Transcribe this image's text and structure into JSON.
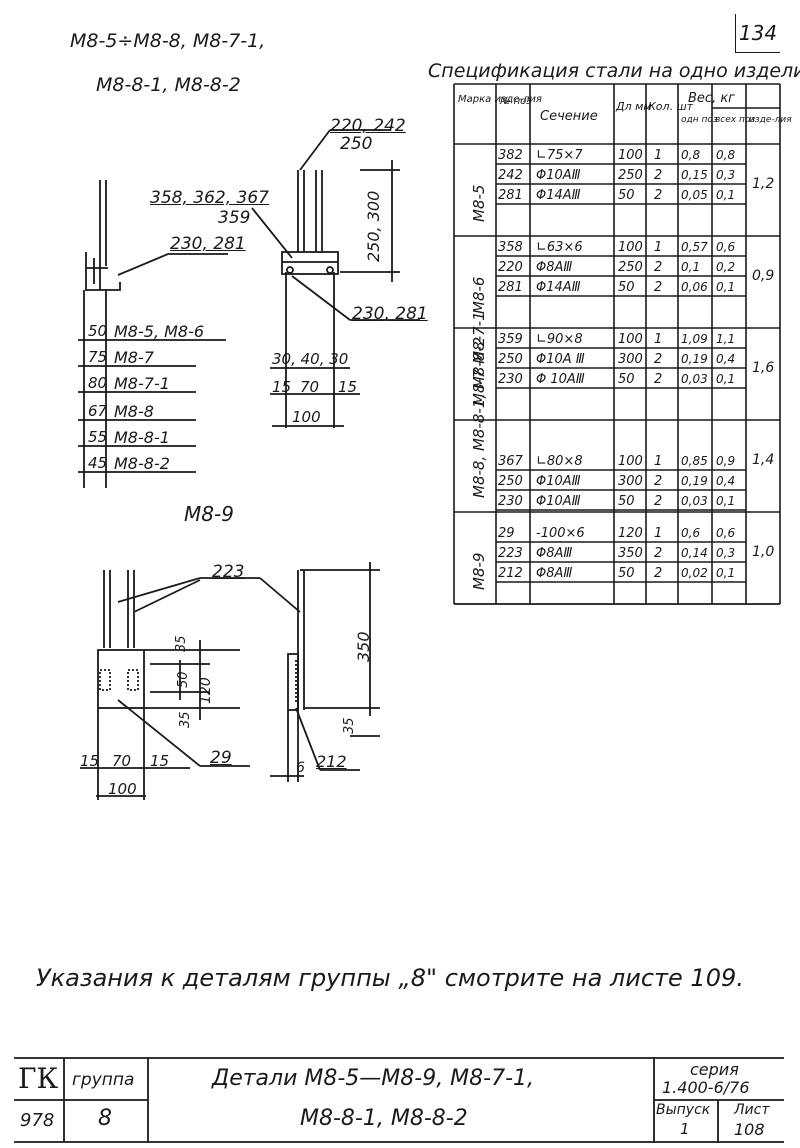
{
  "sheet_number": "134",
  "header": {
    "line1": "М8-5÷М8-8, М8-7-1,",
    "line2": "М8-8-1, М8-8-2"
  },
  "spec_title": "Спецификация стали на одно изделие",
  "spec_table": {
    "headers": {
      "mark": "Марка изде-лия",
      "pos": "№ поз",
      "section": "Сечение",
      "length": "Дл мм",
      "qty": "Кол. шт",
      "weight": "Вес, кг",
      "w_one": "одн поз",
      "w_all": "всех поз",
      "w_item": "изде-лия"
    },
    "groups": [
      {
        "mark": "М8-5",
        "item_weight": "1,2",
        "rows": [
          {
            "pos": "382",
            "section": "∟75×7",
            "len": "100",
            "qty": "1",
            "one": "0,8",
            "all": "0,8"
          },
          {
            "pos": "242",
            "section": "Φ10АⅢ",
            "len": "250",
            "qty": "2",
            "one": "0,15",
            "all": "0,3"
          },
          {
            "pos": "281",
            "section": "Φ14АⅢ",
            "len": "50",
            "qty": "2",
            "one": "0,05",
            "all": "0,1"
          }
        ]
      },
      {
        "mark": "М8-6",
        "item_weight": "0,9",
        "rows": [
          {
            "pos": "358",
            "section": "∟63×6",
            "len": "100",
            "qty": "1",
            "one": "0,57",
            "all": "0,6"
          },
          {
            "pos": "220",
            "section": "Φ8АⅢ",
            "len": "250",
            "qty": "2",
            "one": "0,1",
            "all": "0,2"
          },
          {
            "pos": "281",
            "section": "Φ14АⅢ",
            "len": "50",
            "qty": "2",
            "one": "0,06",
            "all": "0,1"
          }
        ]
      },
      {
        "mark": "М8-7 М8-7-1",
        "item_weight": "1,6",
        "rows": [
          {
            "pos": "359",
            "section": "∟90×8",
            "len": "100",
            "qty": "1",
            "one": "1,09",
            "all": "1,1"
          },
          {
            "pos": "250",
            "section": "Φ10А Ⅲ",
            "len": "300",
            "qty": "2",
            "one": "0,19",
            "all": "0,4"
          },
          {
            "pos": "230",
            "section": "Φ 10АⅢ",
            "len": "50",
            "qty": "2",
            "one": "0,03",
            "all": "0,1"
          }
        ]
      },
      {
        "mark": "М8-8, М8-8-1, М8-8-2",
        "item_weight": "1,4",
        "rows": [
          {
            "pos": "367",
            "section": "∟80×8",
            "len": "100",
            "qty": "1",
            "one": "0,85",
            "all": "0,9"
          },
          {
            "pos": "250",
            "section": "Φ10АⅢ",
            "len": "300",
            "qty": "2",
            "one": "0,19",
            "all": "0,4"
          },
          {
            "pos": "230",
            "section": "Φ10АⅢ",
            "len": "50",
            "qty": "2",
            "one": "0,03",
            "all": "0,1"
          }
        ]
      },
      {
        "mark": "М8-9",
        "item_weight": "1,0",
        "rows": [
          {
            "pos": "29",
            "section": "-100×6",
            "len": "120",
            "qty": "1",
            "one": "0,6",
            "all": "0,6"
          },
          {
            "pos": "223",
            "section": "Φ8АⅢ",
            "len": "350",
            "qty": "2",
            "one": "0,14",
            "all": "0,3"
          },
          {
            "pos": "212",
            "section": "Φ8АⅢ",
            "len": "50",
            "qty": "2",
            "one": "0,02",
            "all": "0,1"
          }
        ]
      }
    ]
  },
  "drawing1": {
    "callout_a": "358, 362, 367",
    "callout_a2": "359",
    "callout_b": "230, 281",
    "callout_c1": "220, 242",
    "callout_c2": "250",
    "callout_d": "250, 300",
    "callout_e": "230, 281",
    "dims_left": [
      {
        "val": "50",
        "mark": "М8-5, М8-6"
      },
      {
        "val": "75",
        "mark": "М8-7"
      },
      {
        "val": "80",
        "mark": "М8-7-1"
      },
      {
        "val": "67",
        "mark": "М8-8"
      },
      {
        "val": "55",
        "mark": "М8-8-1"
      },
      {
        "val": "45",
        "mark": "М8-8-2"
      }
    ],
    "dim_top": "30, 40, 30",
    "dim_mid": [
      "15",
      "70",
      "15"
    ],
    "dim_total": "100"
  },
  "drawing2": {
    "title": "М8-9",
    "callout_rod": "223",
    "callout_plate": "29",
    "callout_short": "212",
    "dim_350": "350",
    "dim_35_top": "35",
    "dim_50": "50",
    "dim_120": "120",
    "dim_35_bot": "35",
    "dim_35_left": "35",
    "dim_bottom": [
      "15",
      "70",
      "15"
    ],
    "dim_total": "100",
    "dim_6": "6"
  },
  "note": "Указания к деталям группы „8\" смотрите на листе 109.",
  "title_block": {
    "logo": "ГК",
    "group_label": "группа",
    "code": "978",
    "group_value": "8",
    "title_line1": "Детали М8-5—М8-9, М8-7-1,",
    "title_line2": "М8-8-1, М8-8-2",
    "series_label": "серия",
    "series_value": "1.400-6/76",
    "issue_label": "Выпуск",
    "issue_value": "1",
    "sheet_label": "Лист",
    "sheet_value": "108"
  }
}
